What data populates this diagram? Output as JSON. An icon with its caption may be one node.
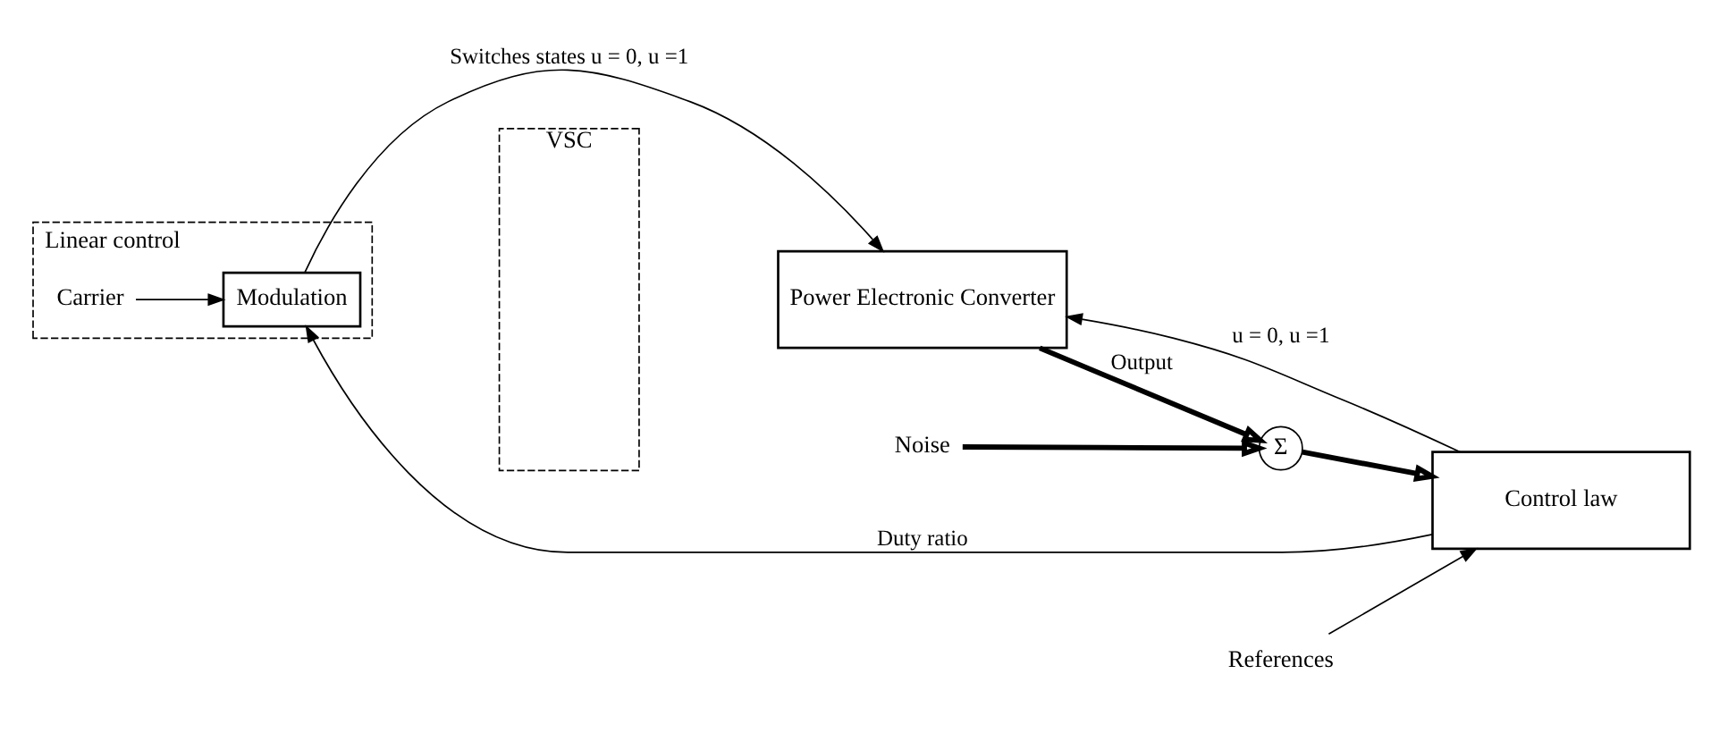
{
  "diagram": {
    "nodes": [
      {
        "text": [
          "Linear control"
        ]
      },
      {
        "text": [
          "VSC"
        ]
      },
      {
        "text": [
          "Carrier"
        ],
        "in": 0
      },
      {
        "text": [
          "Modulation"
        ],
        "in": 0
      },
      {
        "text": [
          "Power Electronic Converter"
        ]
      },
      {
        "text": [
          "Σ"
        ]
      },
      {
        "text": [
          "Noise"
        ]
      },
      {
        "text": [
          "Control law"
        ]
      },
      {
        "text": [
          "References"
        ]
      }
    ],
    "edges": [
      {
        "from": 2,
        "to": 3,
        "arrow": "to"
      },
      {
        "from": 3,
        "to": 4,
        "arrow": "to",
        "label": "Switches states u = 0, u =1"
      },
      {
        "from": 7,
        "to": 4,
        "arrow": "to",
        "label": "u = 0, u =1"
      },
      {
        "from": 4,
        "to": 5,
        "arrow": "to",
        "label": "Output",
        "style": "thick"
      },
      {
        "from": 6,
        "to": 5,
        "arrow": "to",
        "style": "thick"
      },
      {
        "from": 5,
        "to": 7,
        "arrow": "to",
        "style": "thick"
      },
      {
        "from": 8,
        "to": 7,
        "arrow": "to"
      },
      {
        "from": 7,
        "to": 3,
        "arrow": "to",
        "label": "Duty ratio"
      }
    ]
  }
}
